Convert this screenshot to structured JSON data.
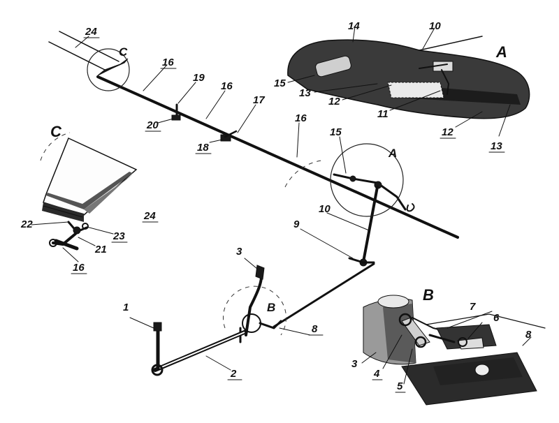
{
  "detail_letters": {
    "a": "A",
    "b": "B",
    "c": "C"
  },
  "callouts": {
    "n1": "1",
    "n2": "2",
    "n3": "3",
    "n4": "4",
    "n5": "5",
    "n6": "6",
    "n7": "7",
    "n8": "8",
    "n9": "9",
    "n10": "10",
    "n11": "11",
    "n12": "12",
    "n13": "13",
    "n14": "14",
    "n15": "15",
    "n16": "16",
    "n17": "17",
    "n18": "18",
    "n19": "19",
    "n20": "20",
    "n21": "21",
    "n22": "22",
    "n23": "23",
    "n24": "24"
  }
}
